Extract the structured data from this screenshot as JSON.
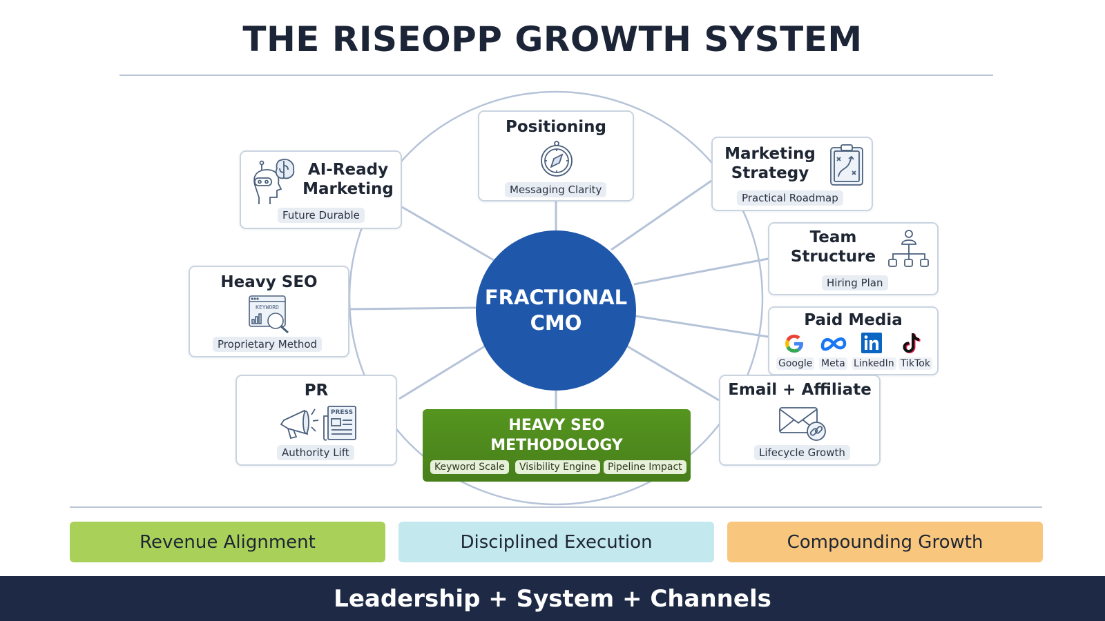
{
  "title": "THE RISEOPP GROWTH SYSTEM",
  "hub": {
    "line1": "FRACTIONAL",
    "line2": "CMO",
    "color": "#1f58ab"
  },
  "nodes": {
    "positioning": {
      "title": "Positioning",
      "tag": "Messaging Clarity",
      "icon": "compass-icon"
    },
    "ai_ready": {
      "title_line1": "AI-Ready",
      "title_line2": "Marketing",
      "tag": "Future Durable",
      "icon": "robot-brain-icon"
    },
    "marketing_strategy": {
      "title_line1": "Marketing",
      "title_line2": "Strategy",
      "tag": "Practical Roadmap",
      "icon": "clipboard-strategy-icon"
    },
    "team_structure": {
      "title_line1": "Team",
      "title_line2": "Structure",
      "tag": "Hiring Plan",
      "icon": "org-chart-icon"
    },
    "heavy_seo": {
      "title": "Heavy SEO",
      "tag": "Proprietary Method",
      "icon": "keyword-search-icon",
      "icon_text": "KEYWORD"
    },
    "paid_media": {
      "title": "Paid Media",
      "channels": [
        {
          "name": "Google",
          "icon": "google-icon"
        },
        {
          "name": "Meta",
          "icon": "meta-icon"
        },
        {
          "name": "LinkedIn",
          "icon": "linkedin-icon"
        },
        {
          "name": "TikTok",
          "icon": "tiktok-icon"
        }
      ]
    },
    "pr": {
      "title": "PR",
      "tag": "Authority Lift",
      "icon": "megaphone-press-icon",
      "icon_text": "PRESS"
    },
    "email_affiliate": {
      "title": "Email + Affiliate",
      "tag": "Lifecycle Growth",
      "icon": "email-link-icon"
    }
  },
  "methodology": {
    "line1": "HEAVY SEO",
    "line2": "METHODOLOGY",
    "tags": [
      "Keyword Scale",
      "Visibility Engine",
      "Pipeline Impact"
    ],
    "color": "#4c8c1e"
  },
  "pillars": [
    {
      "label": "Revenue Alignment",
      "color": "#a9d15a"
    },
    {
      "label": "Disciplined Execution",
      "color": "#c3e8ee"
    },
    {
      "label": "Compounding Growth",
      "color": "#f8c77d"
    }
  ],
  "footer": "Leadership + System + Channels"
}
